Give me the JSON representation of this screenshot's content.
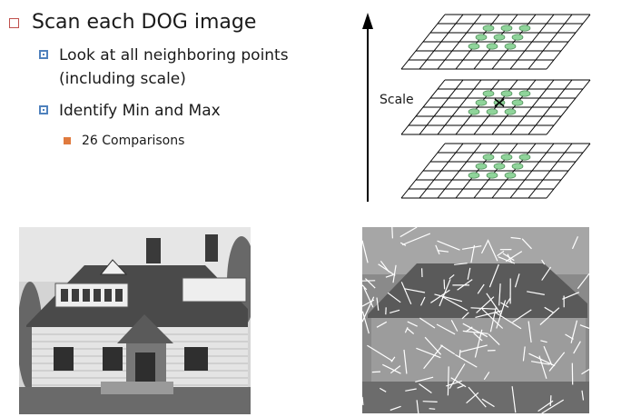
{
  "bullets": {
    "l1": "Scan each DOG image",
    "l2a": "Look at all neighboring points",
    "l2a_cont": "(including scale)",
    "l2b": "Identify Min and Max",
    "l3": "26 Comparisons"
  },
  "figure": {
    "scale_label": "Scale"
  },
  "colors": {
    "l1_marker": "#c0504d",
    "l2_marker": "#4f81bd",
    "l3_marker": "#e07a3e",
    "grid_dot": "#8fd49a"
  },
  "images": {
    "left": "house-photo",
    "right": "house-photo-sift-keypoints"
  }
}
